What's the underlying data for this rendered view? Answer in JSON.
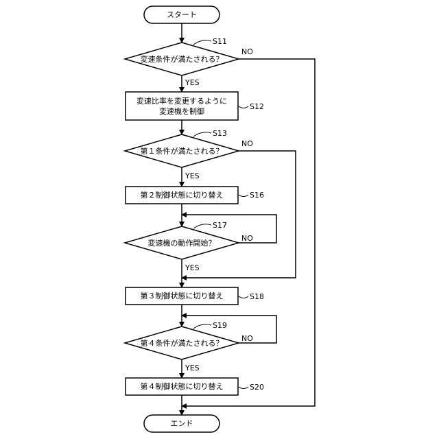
{
  "flowchart": {
    "start": {
      "label": "スタート"
    },
    "end": {
      "label": "エンド"
    },
    "steps": {
      "s11": {
        "id": "S11",
        "text": [
          "変速条件が満たされる？"
        ]
      },
      "s12": {
        "id": "S12",
        "text": [
          "変速比率を変更するように",
          "変速機を制御"
        ]
      },
      "s13": {
        "id": "S13",
        "text": [
          "第１条件が満たされる？"
        ]
      },
      "s16": {
        "id": "S16",
        "text": [
          "第２制御状態に切り替え"
        ]
      },
      "s17": {
        "id": "S17",
        "text": [
          "変速機の動作開始？"
        ]
      },
      "s18": {
        "id": "S18",
        "text": [
          "第３制御状態に切り替え"
        ]
      },
      "s19": {
        "id": "S19",
        "text": [
          "第４条件が満たされる？"
        ]
      },
      "s20": {
        "id": "S20",
        "text": [
          "第４制御状態に切り替え"
        ]
      }
    },
    "labels": {
      "yes": "YES",
      "no": "NO"
    }
  }
}
